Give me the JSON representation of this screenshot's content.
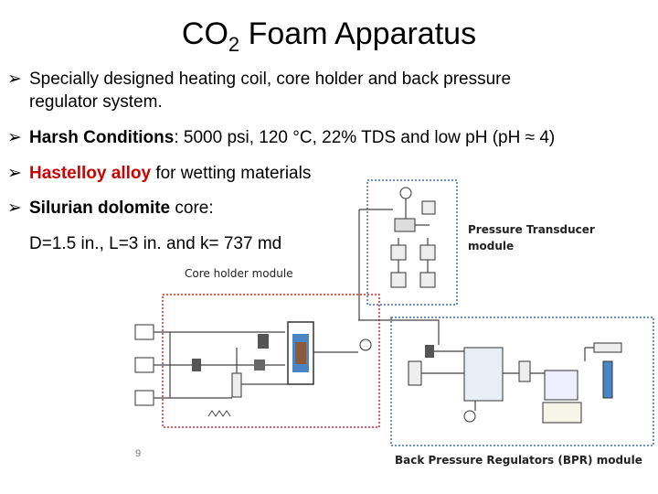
{
  "title": {
    "main": "CO",
    "sub": "2",
    "rest": " Foam Apparatus"
  },
  "bullets": [
    {
      "line1": "Specially designed heating coil, core holder and back pressure",
      "line2": "regulator system."
    },
    {
      "bold": "Harsh Conditions",
      "text": ": 5000 psi, 120 °C, 22% TDS and low pH (pH ≈ 4)"
    },
    {
      "red": "Hastelloy alloy",
      "text": " for wetting materials"
    },
    {
      "bold": "Silurian dolomite",
      "text": " core:"
    }
  ],
  "core_spec": "D=1.5 in., L=3 in. and k= 737 md",
  "labels": {
    "pt_module_1": "Pressure Transducer",
    "pt_module_2": "module",
    "core_holder": "Core holder module",
    "bpr": "Back Pressure Regulators (BPR) module"
  },
  "page_number": "9",
  "colors": {
    "red_box": "#d9262b",
    "blue_box": "#3b6fb6",
    "core": "#8b5a3c",
    "hot": "#4a86c6"
  }
}
